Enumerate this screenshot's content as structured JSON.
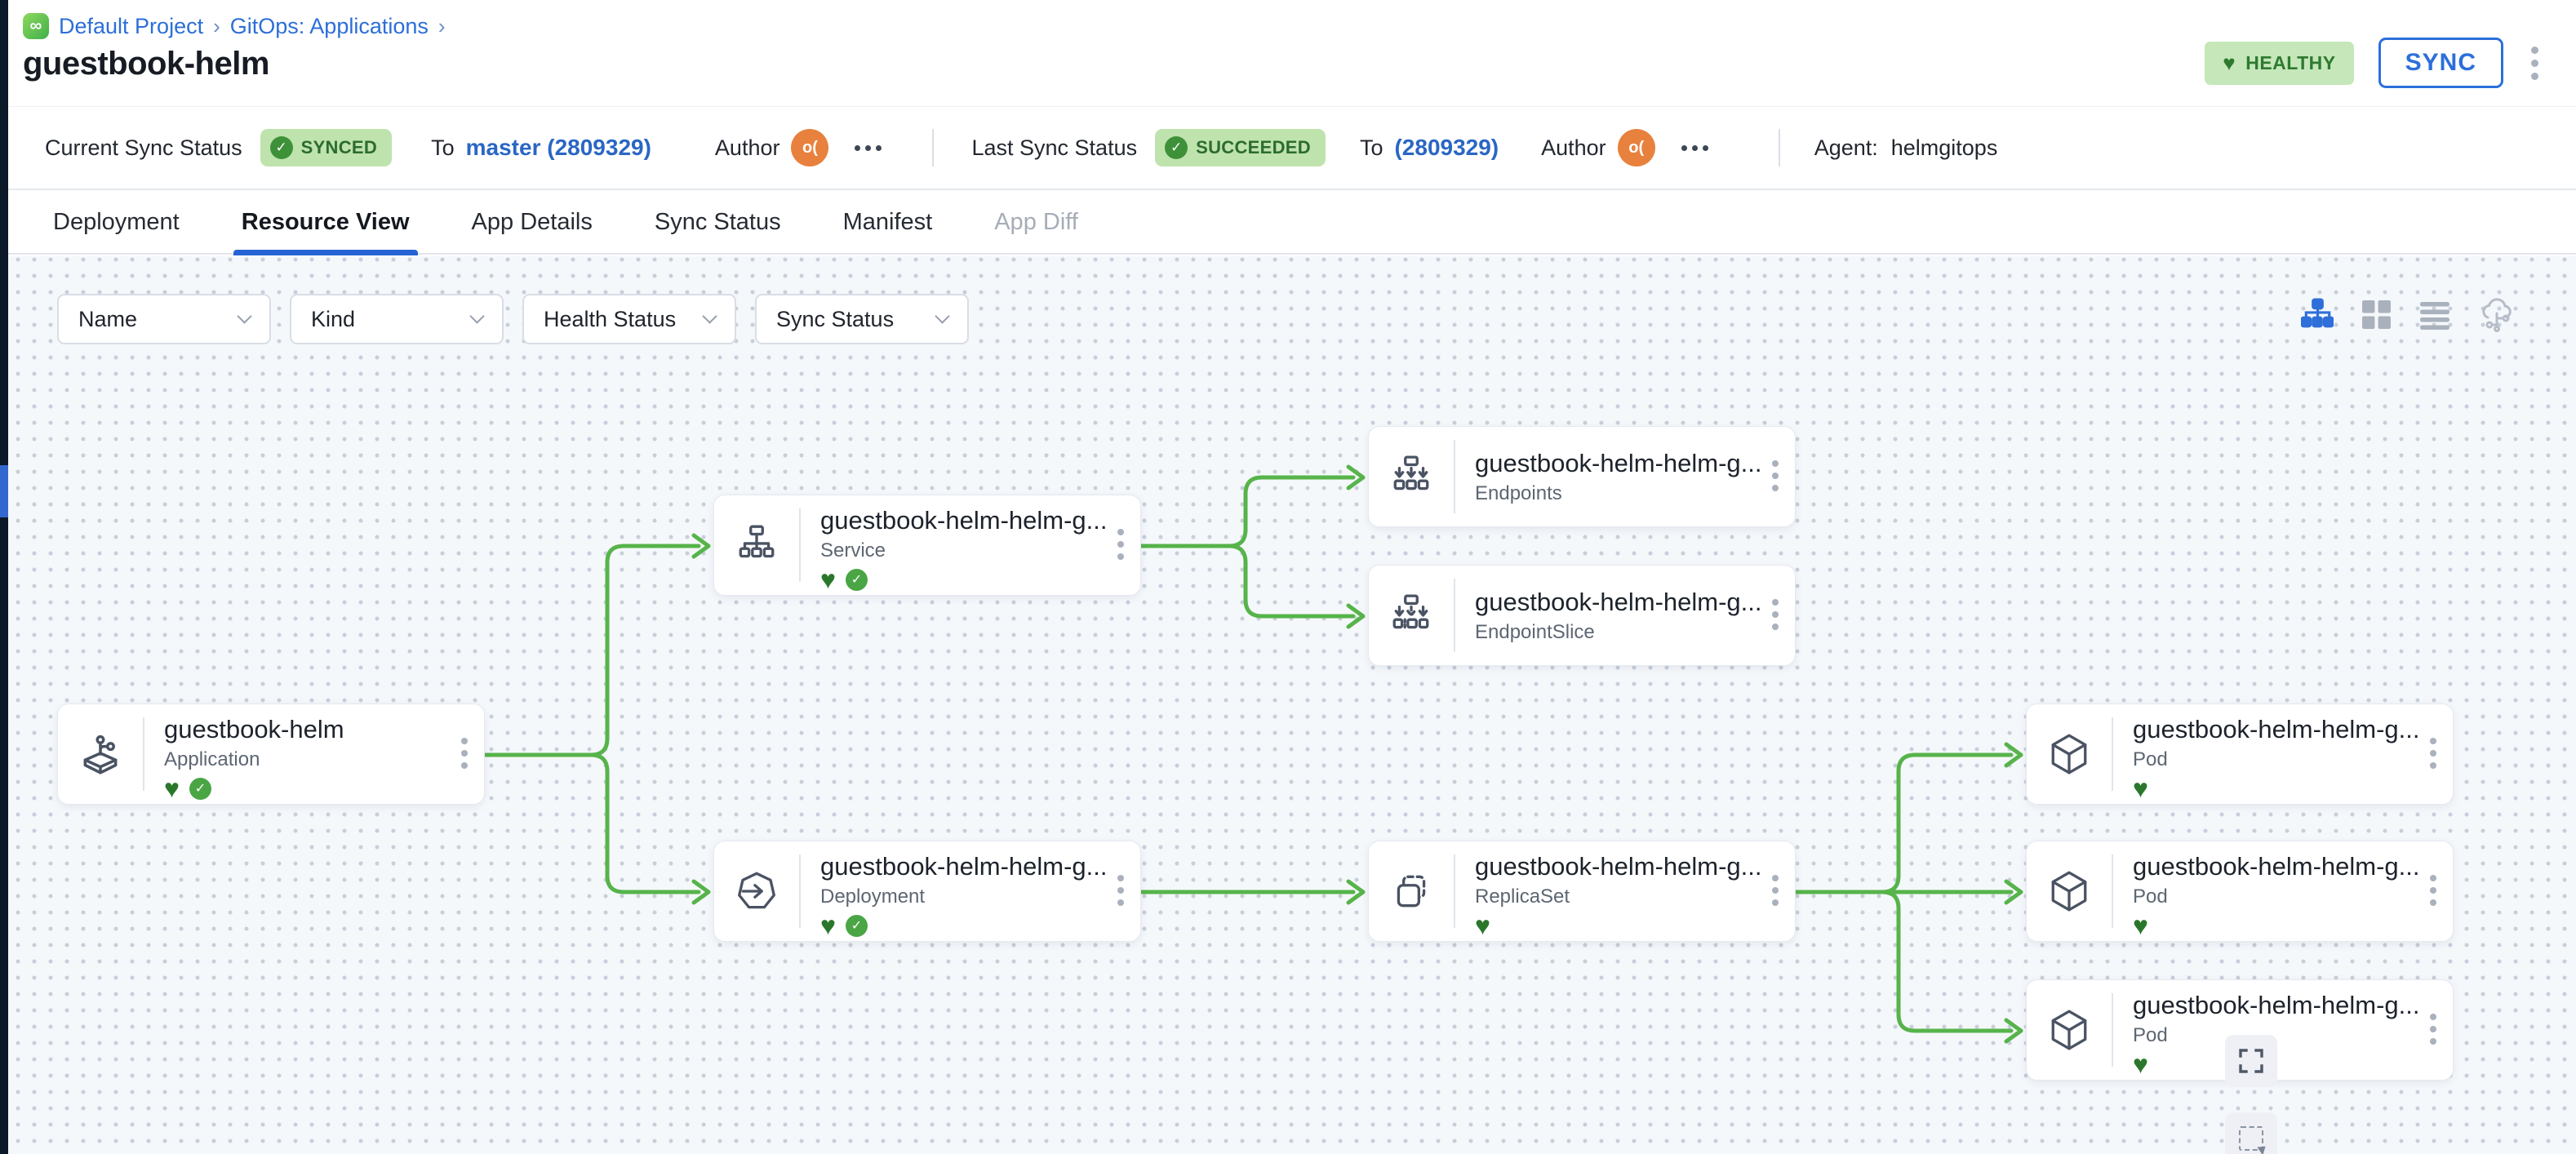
{
  "header": {
    "breadcrumb": {
      "logo_glyph": "∞",
      "items": [
        "Default Project",
        "GitOps: Applications"
      ],
      "separator": "›"
    },
    "title": "guestbook-helm",
    "health_badge": "HEALTHY",
    "sync_button": "SYNC"
  },
  "statusbar": {
    "current": {
      "label": "Current Sync Status",
      "status": "SYNCED",
      "to_label": "To",
      "to_value": "master (2809329)",
      "author_label": "Author",
      "author_initials": "o("
    },
    "last": {
      "label": "Last Sync Status",
      "status": "SUCCEEDED",
      "to_label": "To",
      "to_value": "(2809329)",
      "author_label": "Author",
      "author_initials": "o("
    },
    "agent": {
      "label": "Agent:",
      "value": "helmgitops"
    }
  },
  "tabs": [
    {
      "label": "Deployment",
      "state": "normal"
    },
    {
      "label": "Resource View",
      "state": "active"
    },
    {
      "label": "App Details",
      "state": "normal"
    },
    {
      "label": "Sync Status",
      "state": "normal"
    },
    {
      "label": "Manifest",
      "state": "normal"
    },
    {
      "label": "App Diff",
      "state": "disabled"
    }
  ],
  "filters": [
    {
      "label": "Name"
    },
    {
      "label": "Kind"
    },
    {
      "label": "Health Status"
    },
    {
      "label": "Sync Status"
    }
  ],
  "view_toolbar": [
    "tree-view",
    "grid-view",
    "list-view",
    "cluster-view"
  ],
  "nodes": [
    {
      "title": "guestbook-helm",
      "kind": "Application",
      "healthy": true,
      "synced": true
    },
    {
      "title": "guestbook-helm-helm-g...",
      "kind": "Service",
      "healthy": true,
      "synced": true
    },
    {
      "title": "guestbook-helm-helm-g...",
      "kind": "Endpoints",
      "healthy": false,
      "synced": false
    },
    {
      "title": "guestbook-helm-helm-g...",
      "kind": "EndpointSlice",
      "healthy": false,
      "synced": false
    },
    {
      "title": "guestbook-helm-helm-g...",
      "kind": "Deployment",
      "healthy": true,
      "synced": true
    },
    {
      "title": "guestbook-helm-helm-g...",
      "kind": "ReplicaSet",
      "healthy": true,
      "synced": false
    },
    {
      "title": "guestbook-helm-helm-g...",
      "kind": "Pod",
      "healthy": true,
      "synced": false
    },
    {
      "title": "guestbook-helm-helm-g...",
      "kind": "Pod",
      "healthy": true,
      "synced": false
    },
    {
      "title": "guestbook-helm-helm-g...",
      "kind": "Pod",
      "healthy": true,
      "synced": false
    }
  ],
  "colors": {
    "accent_blue": "#2b6fdb",
    "edge_green": "#56b44a",
    "health_green": "#2a772c",
    "sync_check_green": "#4aa545",
    "badge_bg_green": "#bfe3ad",
    "badge_text_green": "#2c6b2f",
    "avatar_orange": "#e8813d",
    "strip_navy": "#0c1929"
  }
}
